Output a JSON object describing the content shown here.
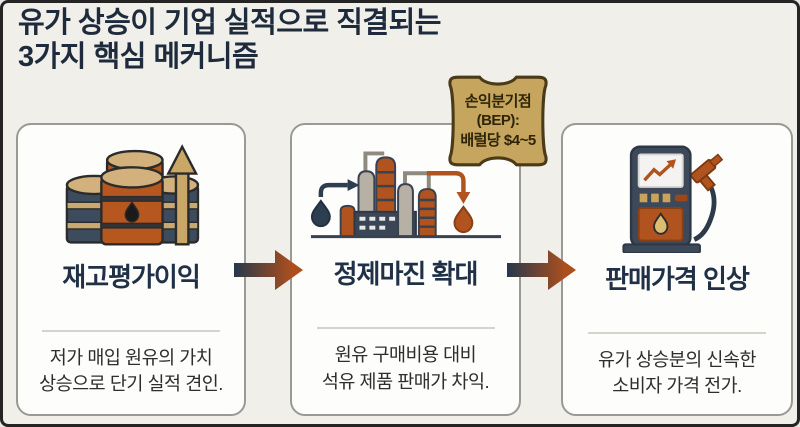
{
  "header": {
    "title_line1": "유가 상승이 기업 실적으로 직결되는",
    "title_line2": "3가지 핵심 메커니즘"
  },
  "bep_badge": {
    "line1": "손익분기점",
    "line2": "(BEP):",
    "line3": "배럴당 $4~5"
  },
  "cards": [
    {
      "icon": "oil-barrels-icon",
      "heading": "재고평가이익",
      "desc_line1": "저가 매입 원유의 가치",
      "desc_line2": "상승으로 단기 실적 견인."
    },
    {
      "icon": "oil-refinery-icon",
      "heading": "정제마진 확대",
      "desc_line1": "원유 구매비용 대비",
      "desc_line2": "석유 제품 판매가 차익."
    },
    {
      "icon": "fuel-pump-icon",
      "heading": "판매가격 인상",
      "desc_line1": "유가 상승분의 신속한",
      "desc_line2": "소비자 가격 전가."
    }
  ],
  "colors": {
    "background": "#f1efea",
    "title_navy": "#1e2b3d",
    "heading_navy": "#203047",
    "accent_rust": "#b0531e",
    "accent_tan": "#c9a766",
    "badge_fill": "#c6a55e",
    "badge_border": "#4a3a18",
    "card_border": "#9a9a95"
  }
}
